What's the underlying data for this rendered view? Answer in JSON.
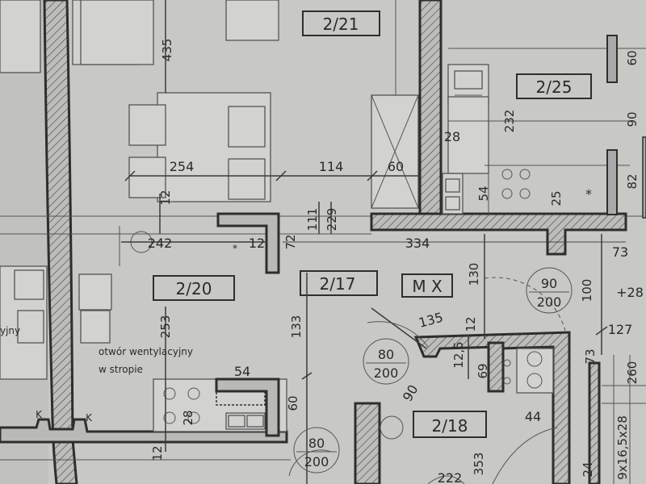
{
  "rooms": {
    "r2_21": "2/21",
    "r2_25": "2/25",
    "r2_20": "2/20",
    "r2_17": "2/17",
    "r2_18": "2/18",
    "mx": "M X"
  },
  "doors": {
    "d1_top": "90",
    "d1_bot": "200",
    "d2_top": "80",
    "d2_bot": "200",
    "d3_top": "80",
    "d3_bot": "200"
  },
  "dimensions": {
    "d435": "435",
    "d254": "254",
    "d114": "114",
    "d60a": "60",
    "d12a": "12",
    "d111": "111",
    "d229": "229",
    "d242": "242",
    "d12b": "12",
    "d72": "72",
    "d334": "334",
    "d28": "28",
    "d232": "232",
    "d54a": "54",
    "d25": "25",
    "d60b": "60",
    "d90a": "90",
    "d82": "82",
    "d73a": "73",
    "d130": "130",
    "d100": "100",
    "d28b": "+28",
    "d127": "127",
    "d253": "253",
    "d133": "133",
    "d135": "135",
    "d12c": "12",
    "d69": "69",
    "d12_5": "12,5",
    "d90b": "90",
    "d73b": "73",
    "d260": "260",
    "d54b": "54",
    "d60c": "60",
    "d28c": "28",
    "d12d": "12",
    "d44": "44",
    "d353": "353",
    "d222": "222",
    "d24": "24",
    "stair": "9x16,5x28"
  },
  "notes": {
    "vent_line1": "otwór wentylacyjny",
    "vent_line2": "w stropie",
    "k1": "K",
    "k2": "K",
    "side_text": "yjny"
  }
}
